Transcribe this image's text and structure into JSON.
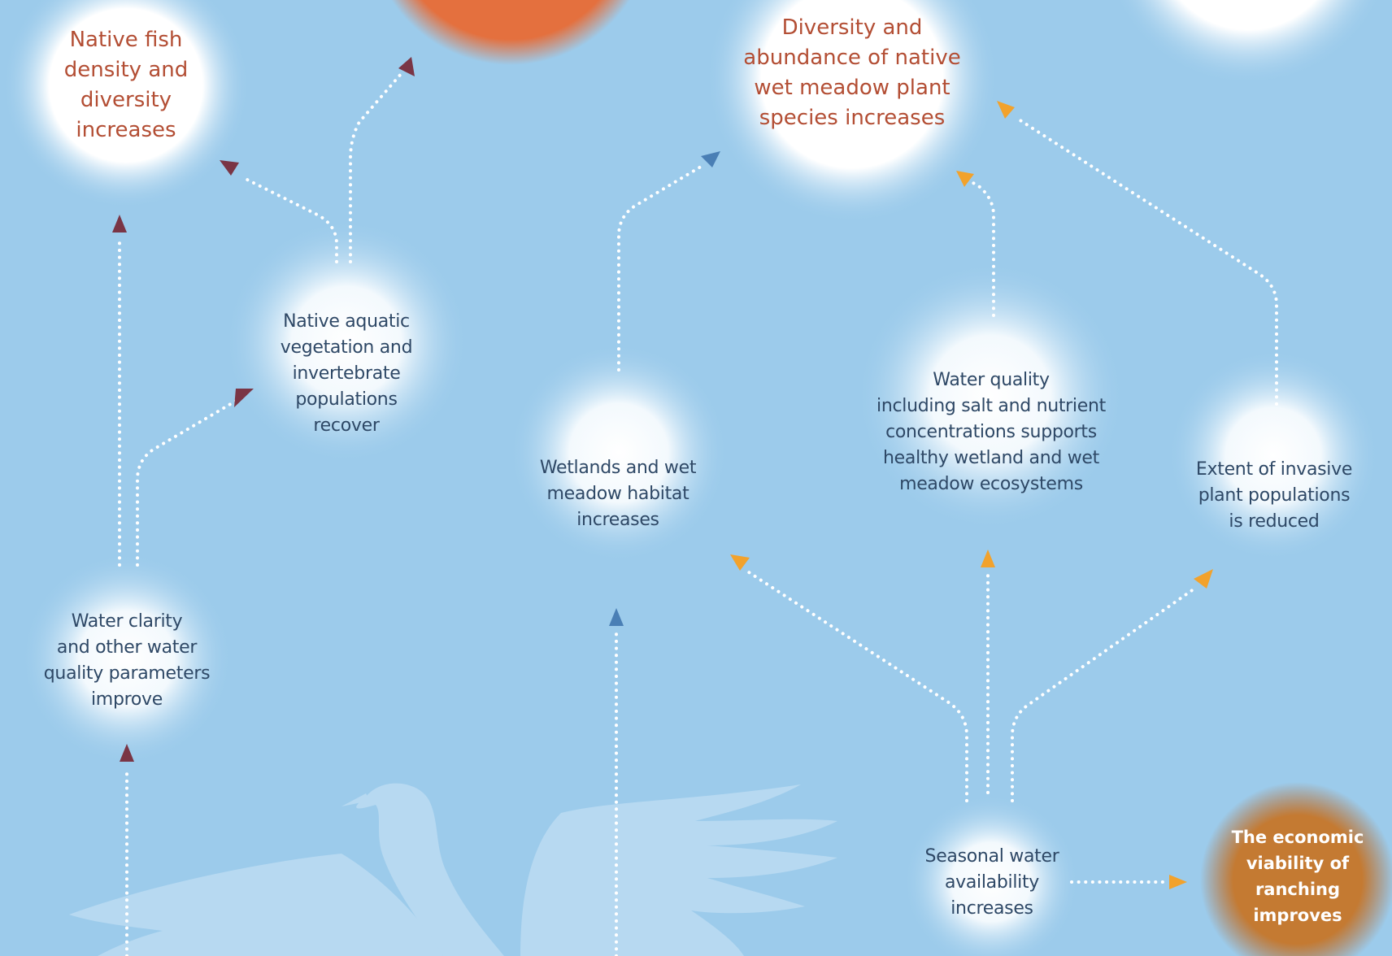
{
  "nodes": {
    "fish": "Native fish\ndensity and\ndiversity\nincreases",
    "plants": "Diversity and\nabundance of native\nwet meadow plant\nspecies increases",
    "aquatic_veg": "Native aquatic\nvegetation and\ninvertebrate\npopulations\nrecover",
    "wetlands": "Wetlands and wet\nmeadow habitat\nincreases",
    "water_quality": "Water quality\nincluding salt and nutrient\nconcentrations supports\nhealthy wetland and wet\nmeadow ecosystems",
    "invasive": "Extent of invasive\nplant populations\nis reduced",
    "clarity": "Water clarity\nand other water\nquality parameters\nimprove",
    "seasonal": "Seasonal water\navailability\nincreases",
    "ranching": "The economic\nviability of\nranching\nimproves"
  },
  "colors": {
    "background": "#9ccbeb",
    "arrow_fish": "#7a3545",
    "arrow_habitat": "#4a7fb5",
    "arrow_water": "#f2a22c",
    "outcome_text": "#b34e34",
    "step_text": "#2e4866",
    "ranching_bubble": "#c47a32",
    "top_orange_bubble": "#e4703e",
    "heron_silhouette": "#b7d9f1"
  }
}
